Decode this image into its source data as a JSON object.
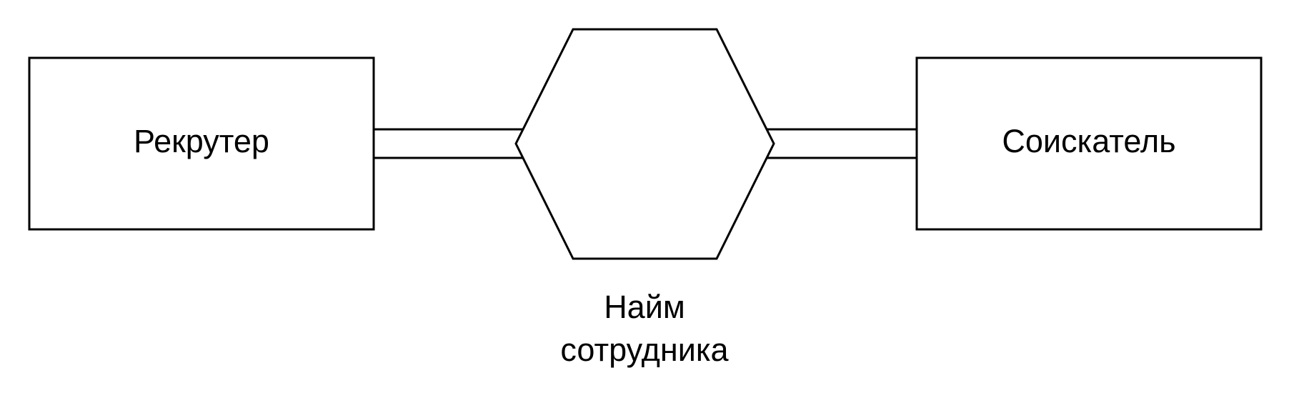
{
  "diagram": {
    "nodes": {
      "recruiter": {
        "label": "Рекрутер"
      },
      "hiring": {
        "label_line1": "Найм",
        "label_line2": "сотрудника"
      },
      "applicant": {
        "label": "Соискатель"
      }
    },
    "edges": [
      {
        "from": "recruiter",
        "to": "hiring",
        "style": "double-line"
      },
      {
        "from": "hiring",
        "to": "applicant",
        "style": "double-line"
      }
    ]
  }
}
